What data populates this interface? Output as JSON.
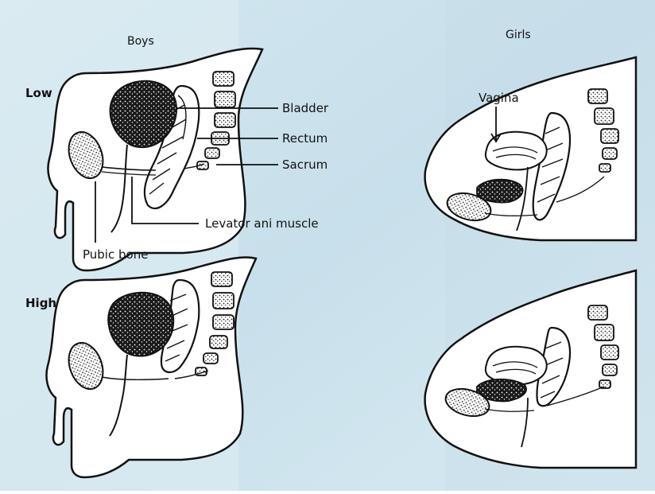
{
  "headings": {
    "boys": "Boys",
    "girls": "Girls",
    "low": "Low",
    "high": "High"
  },
  "labels": {
    "bladder": "Bladder",
    "rectum": "Rectum",
    "sacrum": "Sacrum",
    "levator": "Levator ani muscle",
    "pubic": "Pubic bone",
    "vagina": "Vagina"
  },
  "colors": {
    "paper": "#cfe4ee",
    "paper_light": "#eef6f9",
    "ink": "#111111",
    "body_fill": "#ffffff"
  }
}
